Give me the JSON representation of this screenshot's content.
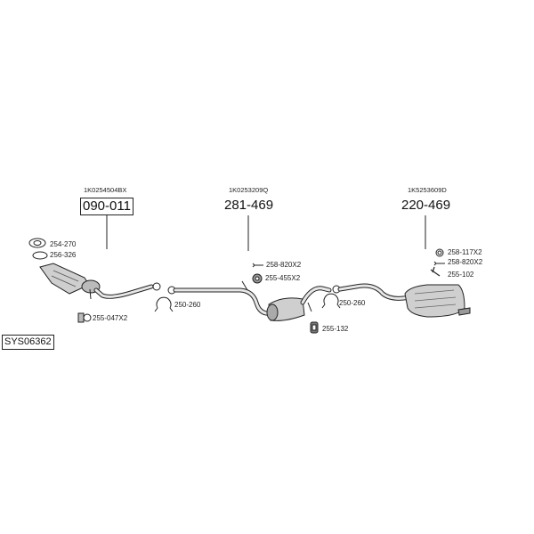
{
  "diagram_code": "SYS06362",
  "sections": [
    {
      "oem": "1K0254504BX",
      "part": "090-011"
    },
    {
      "oem": "1K0253209Q",
      "part": "281-469"
    },
    {
      "oem": "1K5253609D",
      "part": "220-469"
    }
  ],
  "fittings": {
    "f1": "254-270",
    "f2": "256-326",
    "f3": "255-047X2",
    "f4": "250-260",
    "f5": "258-820X2",
    "f6": "255-455X2",
    "f7": "250-260",
    "f8": "255-132",
    "f9": "258-117X2",
    "f10": "258-820X2",
    "f11": "255-102"
  },
  "colors": {
    "line": "#222222",
    "part_fill": "#d8d8d8",
    "part_dark": "#888888"
  }
}
